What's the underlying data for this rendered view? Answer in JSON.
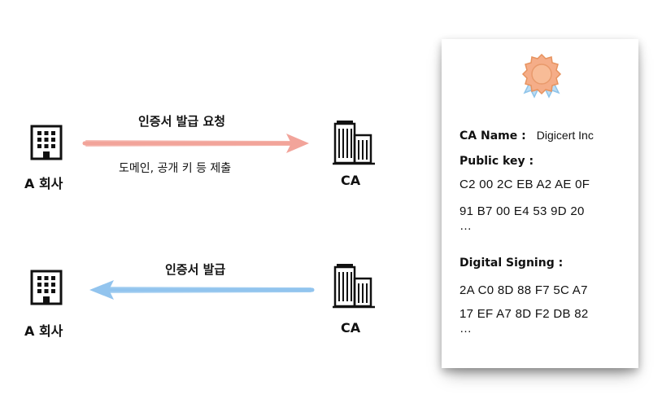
{
  "left_party": {
    "label_top": "A 회사",
    "label_bottom": "A 회사"
  },
  "ca_party": {
    "label_top": "CA",
    "label_bottom": "CA"
  },
  "request_flow": {
    "title": "인증서 발급 요청",
    "subtitle": "도메인, 공개 키 등 제출",
    "color": "#f2a49a"
  },
  "issue_flow": {
    "title": "인증서 발급",
    "color": "#92c4ee"
  },
  "certificate": {
    "ca_name_key": "CA Name :",
    "ca_name_value": "Digicert Inc",
    "public_key_label": "Public key :",
    "public_key_lines": [
      "C2 00 2C EB A2 AE 0F",
      "91 B7 00 E4 53 9D 20",
      "…"
    ],
    "signing_label": "Digital Signing :",
    "signing_lines": [
      "2A C0 8D 88 F7 5C A7",
      "17 EF A7 8D F2 DB 82",
      "…"
    ],
    "badge_icon": "award-ribbon-icon"
  }
}
